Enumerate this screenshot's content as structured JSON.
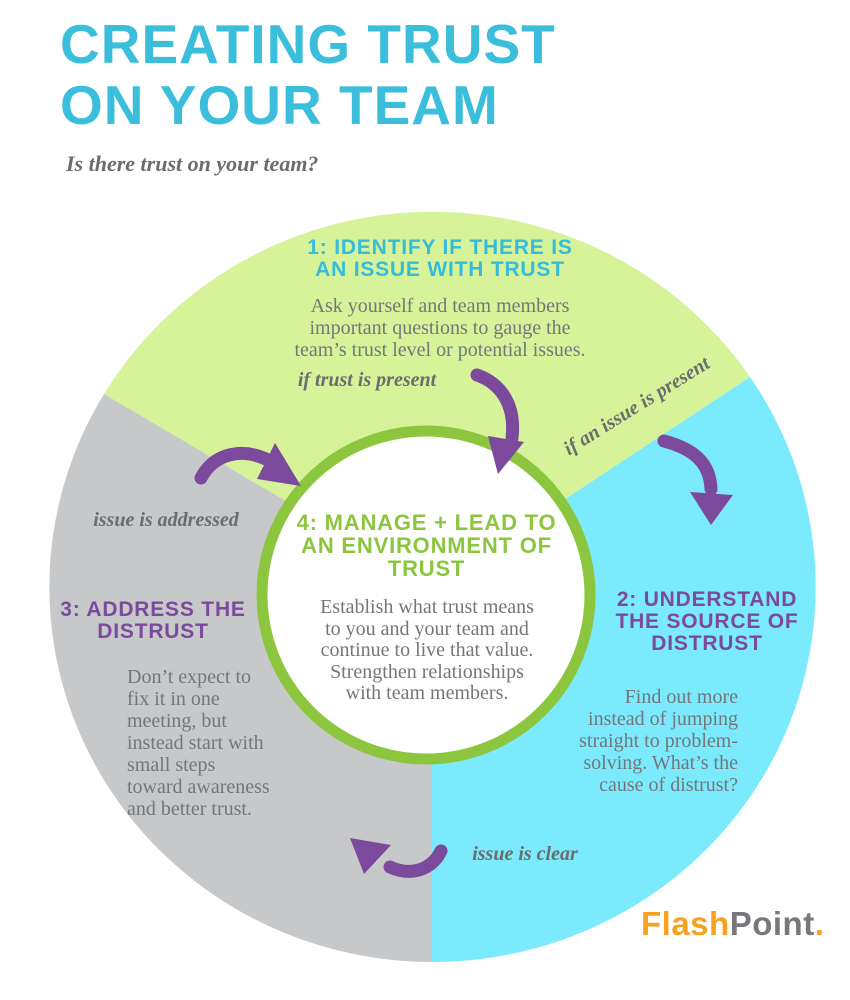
{
  "colors": {
    "teal_title": "#3BBEDC",
    "teal_heading": "#35BCDA",
    "purple": "#7B4A9C",
    "green_ring": "#8CC63F",
    "green_segment": "#D7F399",
    "blue_segment": "#7CEAFD",
    "gray_segment": "#C7C8C9",
    "body_text_gray": "#74767A",
    "label_text_gray": "#6B6C6E",
    "logo_orange": "#F6A21E",
    "logo_gray": "#77787B",
    "center_fill": "#FFFFFF"
  },
  "header": {
    "title": "CREATING TRUST\nON YOUR TEAM",
    "subtitle": "Is there trust on your team?"
  },
  "diagram": {
    "step1": {
      "heading": "1: IDENTIFY IF THERE IS\nAN ISSUE WITH TRUST",
      "body": "Ask yourself and team members\nimportant questions to gauge the\nteam’s trust level or potential issues."
    },
    "step2": {
      "heading": "2: UNDERSTAND\nTHE SOURCE OF\nDISTRUST",
      "body": "Find out more\ninstead of jumping\nstraight to problem-\nsolving. What’s the\ncause of distrust?"
    },
    "step3": {
      "heading": "3: ADDRESS THE\nDISTRUST",
      "body": "Don’t expect to\nfix it in one\nmeeting, but\ninstead start with\nsmall steps\ntoward awareness\nand better trust."
    },
    "step4": {
      "heading": "4: MANAGE + LEAD TO\nAN ENVIRONMENT OF\nTRUST",
      "body": "Establish what trust means\nto you and your team and\ncontinue to live that value.\nStrengthen relationships\nwith team members."
    },
    "labels": {
      "trust_present": "if trust is present",
      "issue_present": "if an issue is present",
      "issue_addressed": "issue is addressed",
      "issue_clear": "issue is clear"
    }
  },
  "footer": {
    "logo_flash": "Flash",
    "logo_point": "Point",
    "logo_dot": "."
  }
}
